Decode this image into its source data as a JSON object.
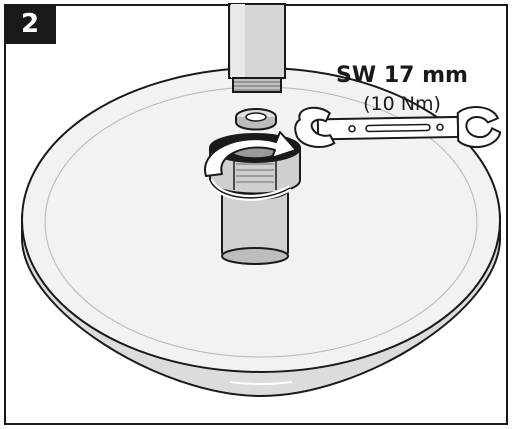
{
  "step": {
    "number": "2"
  },
  "spec": {
    "wrench_size": "SW 17 mm",
    "torque": "(10 Nm)"
  },
  "icons": {
    "shower_arm": "shower-arm-icon",
    "seal": "sealing-washer-icon",
    "wrench": "open-end-wrench-icon",
    "rotation": "rotation-arrow-icon",
    "shower_head": "shower-head-icon"
  }
}
